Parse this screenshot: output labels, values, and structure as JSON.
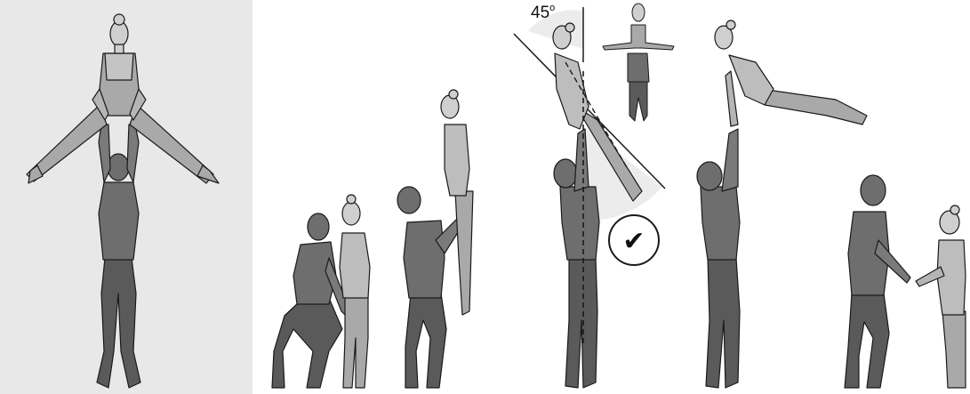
{
  "annotation": {
    "angle_value": "45",
    "angle_degree_mark": "o",
    "check_mark": "✔"
  },
  "colors": {
    "panel_background": "#e8e8e8",
    "dark_figure": "#5a5a5a",
    "dark_figure_shade": "#6e6e6e",
    "light_figure": "#a9a9a9",
    "light_figure_shade": "#bdbdbd",
    "head_light": "#cfcfcf",
    "outline": "#1a1a1a",
    "angle_sector": "#ececec",
    "check_circle_fill": "#ffffff"
  },
  "scenes": [
    {
      "id": "lift-split-overhead",
      "highlighted": true
    },
    {
      "id": "squat-hold-waist"
    },
    {
      "id": "lift-waist-rising"
    },
    {
      "id": "overhead-press-vertical-45-degree"
    },
    {
      "id": "overhead-horizontal-arabesque"
    },
    {
      "id": "partners-hand-hold-squat"
    }
  ]
}
